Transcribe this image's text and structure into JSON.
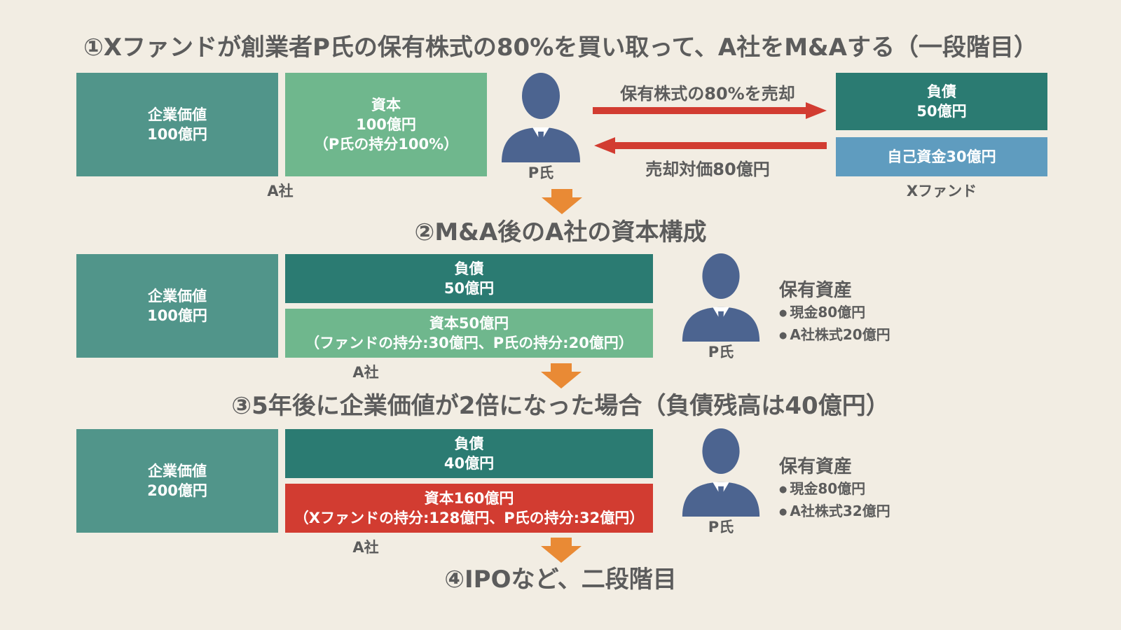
{
  "step1": {
    "title": "①Xファンドが創業者P氏の保有株式の80%を買い取って、A社をM&Aする（一段階目）",
    "ev": [
      "企業価値",
      "100億円"
    ],
    "equity": [
      "資本",
      "100億円",
      "（P氏の持分100%）"
    ],
    "company_label": "A社",
    "person_label": "P氏",
    "sell_label": "保有株式の80%を売却",
    "payment_label": "売却対価80億円",
    "fund_debt": [
      "負債",
      "50億円"
    ],
    "fund_own": "自己資金30億円",
    "fund_label": "Xファンド"
  },
  "step2": {
    "title": "②M&A後のA社の資本構成",
    "ev": [
      "企業価値",
      "100億円"
    ],
    "debt": [
      "負債",
      "50億円"
    ],
    "equity": [
      "資本50億円",
      "（ファンドの持分:30億円、P氏の持分:20億円）"
    ],
    "company_label": "A社",
    "person_label": "P氏",
    "assets_head": "保有資産",
    "assets": [
      "現金80億円",
      "A社株式20億円"
    ]
  },
  "step3": {
    "title": "③5年後に企業価値が2倍になった場合（負債残高は40億円）",
    "ev": [
      "企業価値",
      "200億円"
    ],
    "debt": [
      "負債",
      "40億円"
    ],
    "equity": [
      "資本160億円",
      "（Xファンドの持分:128億円、P氏の持分:32億円）"
    ],
    "company_label": "A社",
    "person_label": "P氏",
    "assets_head": "保有資産",
    "assets": [
      "現金80億円",
      "A社株式32億円"
    ]
  },
  "step4": {
    "title": "④IPOなど、二段階目"
  },
  "colors": {
    "background": "#f2ede3",
    "enterprise_value": "#51958a",
    "equity": "#6fb78d",
    "debt": "#2b7b72",
    "own_funds": "#5f9cbf",
    "equity_grown": "#d23c31",
    "flow_arrow": "#d23c31",
    "down_arrow": "#e98a35",
    "person": "#4c6490"
  }
}
